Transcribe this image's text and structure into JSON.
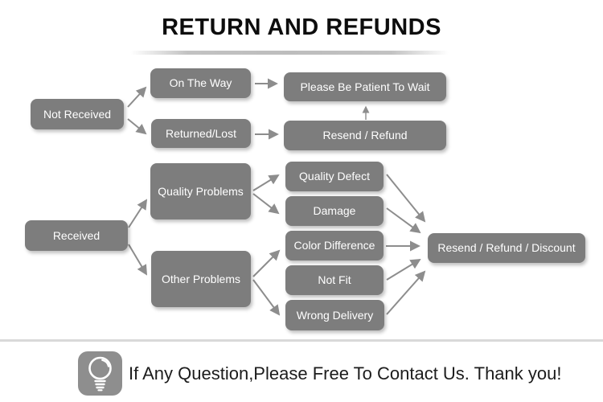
{
  "title": "RETURN AND REFUNDS",
  "nodes": {
    "not_received": {
      "label": "Not Received"
    },
    "on_the_way": {
      "label": "On The Way"
    },
    "please_wait": {
      "label": "Please Be Patient To Wait"
    },
    "returned_lost": {
      "label": "Returned/Lost"
    },
    "resend_refund": {
      "label": "Resend / Refund"
    },
    "received": {
      "label": "Received"
    },
    "quality_problems": {
      "label": "Quality Problems"
    },
    "other_problems": {
      "label": "Other Problems"
    },
    "quality_defect": {
      "label": "Quality Defect"
    },
    "damage": {
      "label": "Damage"
    },
    "color_difference": {
      "label": "Color Difference"
    },
    "not_fit": {
      "label": "Not Fit"
    },
    "wrong_delivery": {
      "label": "Wrong Delivery"
    },
    "resend_refund_discount": {
      "label": "Resend / Refund / Discount"
    }
  },
  "edges": [
    {
      "from": "not_received",
      "to": "on_the_way"
    },
    {
      "from": "not_received",
      "to": "returned_lost"
    },
    {
      "from": "on_the_way",
      "to": "please_wait"
    },
    {
      "from": "returned_lost",
      "to": "resend_refund"
    },
    {
      "from": "resend_refund",
      "to": "please_wait"
    },
    {
      "from": "received",
      "to": "quality_problems"
    },
    {
      "from": "received",
      "to": "other_problems"
    },
    {
      "from": "quality_problems",
      "to": "quality_defect"
    },
    {
      "from": "quality_problems",
      "to": "damage"
    },
    {
      "from": "other_problems",
      "to": "color_difference"
    },
    {
      "from": "other_problems",
      "to": "wrong_delivery"
    },
    {
      "from": "quality_defect",
      "to": "resend_refund_discount"
    },
    {
      "from": "damage",
      "to": "resend_refund_discount"
    },
    {
      "from": "color_difference",
      "to": "resend_refund_discount"
    },
    {
      "from": "not_fit",
      "to": "resend_refund_discount"
    },
    {
      "from": "wrong_delivery",
      "to": "resend_refund_discount"
    }
  ],
  "footer": {
    "icon": "lightbulb-icon",
    "message": "If Any Question,Please Free To Contact Us. Thank you!"
  },
  "colors": {
    "box_gray": "#7d7d7d",
    "arrow_gray": "#8d8d8d",
    "node_text": "#ffffff",
    "title_text": "#0d0d0d",
    "divider_gray": "#d9d9d9",
    "icon_gray": "#8e8e8e"
  }
}
